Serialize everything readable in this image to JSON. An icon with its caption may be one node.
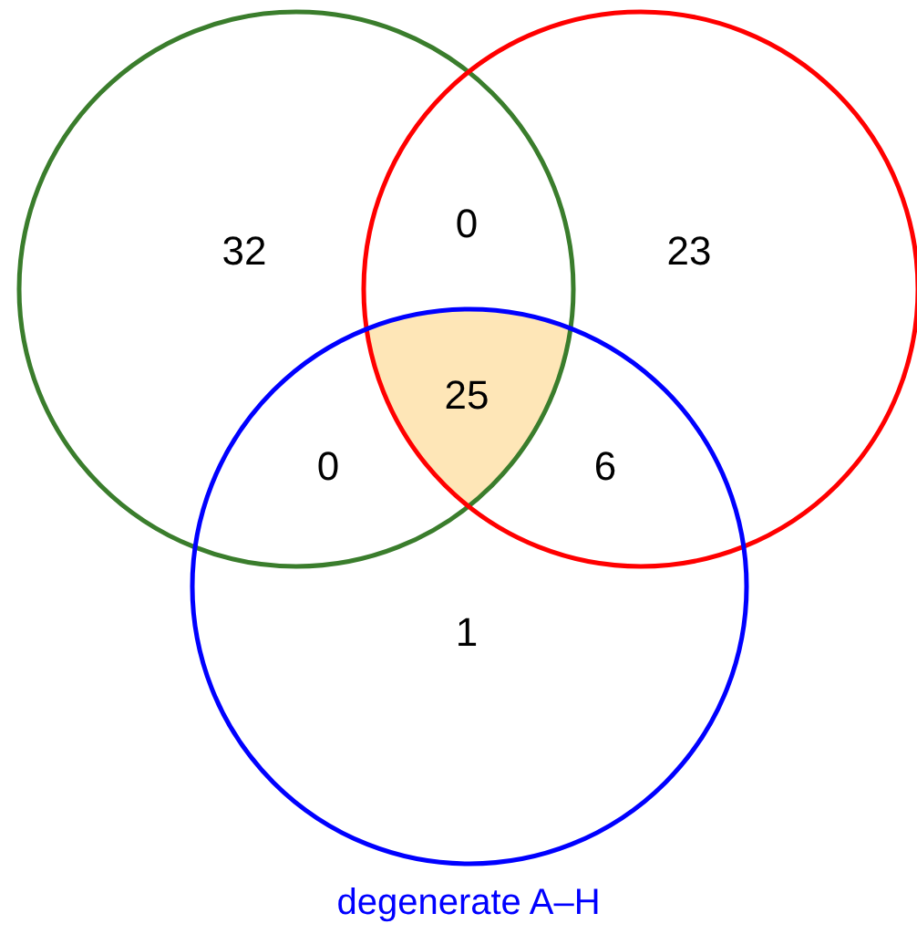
{
  "diagram": {
    "nodes": [
      {
        "text": [],
        "shape": "circle"
      },
      {
        "text": [],
        "shape": "circle"
      },
      {
        "text": [
          "degenerate A–H"
        ]
      }
    ],
    "labels": [
      "32",
      "0",
      "23",
      "25",
      "0",
      "6",
      "1"
    ]
  }
}
